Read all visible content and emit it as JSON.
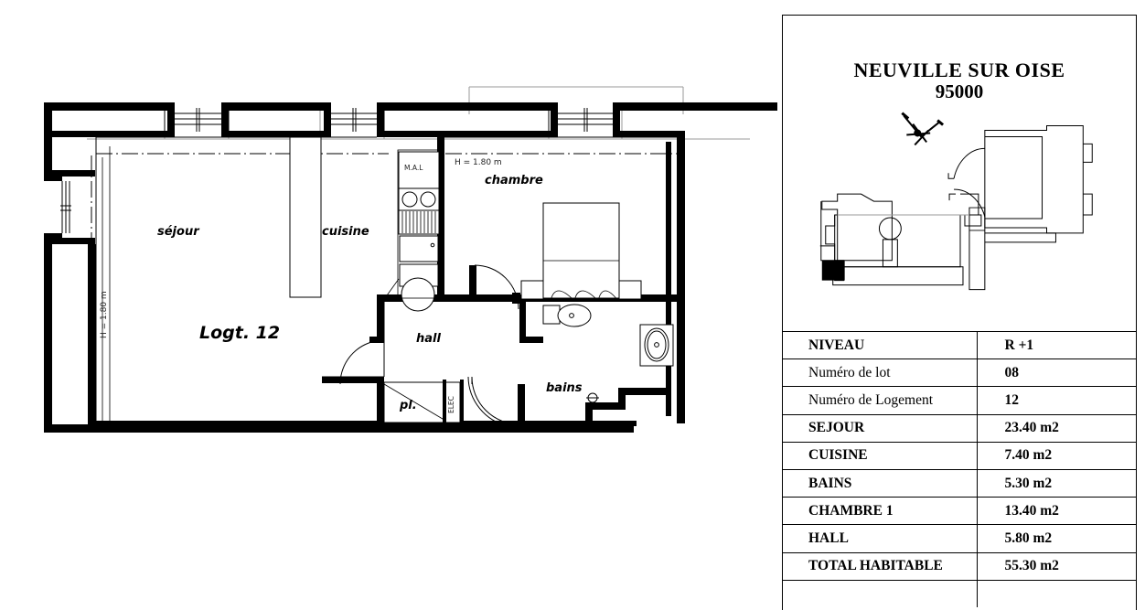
{
  "document": {
    "type": "architectural-floor-plan",
    "title": "NEUVILLE SUR OISE",
    "postal_code": "95000"
  },
  "floorplan": {
    "unit_label": "Logt. 12",
    "rooms": [
      {
        "id": "sejour",
        "label": "séjour"
      },
      {
        "id": "cuisine",
        "label": "cuisine"
      },
      {
        "id": "chambre",
        "label": "chambre"
      },
      {
        "id": "hall",
        "label": "hall"
      },
      {
        "id": "bains",
        "label": "bains"
      },
      {
        "id": "placard",
        "label": "pl."
      }
    ],
    "annotations": [
      {
        "id": "height-note-left",
        "text": "H = 1.80 m"
      },
      {
        "id": "height-note-top",
        "text": "H = 1.80 m"
      },
      {
        "id": "washer-note",
        "text": "M.A.L"
      },
      {
        "id": "elec-closet-note",
        "text": "ELEC"
      }
    ]
  },
  "legend": {
    "columns": [
      "",
      ""
    ],
    "rows": [
      {
        "label": "NIVEAU",
        "value": "R +1",
        "bold_label": true
      },
      {
        "label": "Numéro de lot",
        "value": "08",
        "bold_label": false
      },
      {
        "label": "Numéro de Logement",
        "value": "12",
        "bold_label": false
      },
      {
        "label": "SEJOUR",
        "value": "23.40 m2",
        "bold_label": true
      },
      {
        "label": "CUISINE",
        "value": "7.40 m2",
        "bold_label": true
      },
      {
        "label": "BAINS",
        "value": "5.30 m2",
        "bold_label": true
      },
      {
        "label": "CHAMBRE 1",
        "value": "13.40 m2",
        "bold_label": true
      },
      {
        "label": "HALL",
        "value": "5.80 m2",
        "bold_label": true
      },
      {
        "label": "TOTAL HABITABLE",
        "value": "55.30 m2",
        "bold_label": true
      },
      {
        "label": "",
        "value": "",
        "bold_label": false
      }
    ]
  },
  "site_map": {
    "name": "key-plan",
    "north_arrow": "north-arrow-icon"
  },
  "colors": {
    "ink": "#000000",
    "grey_line": "#9a9a9a",
    "paper": "#ffffff"
  }
}
